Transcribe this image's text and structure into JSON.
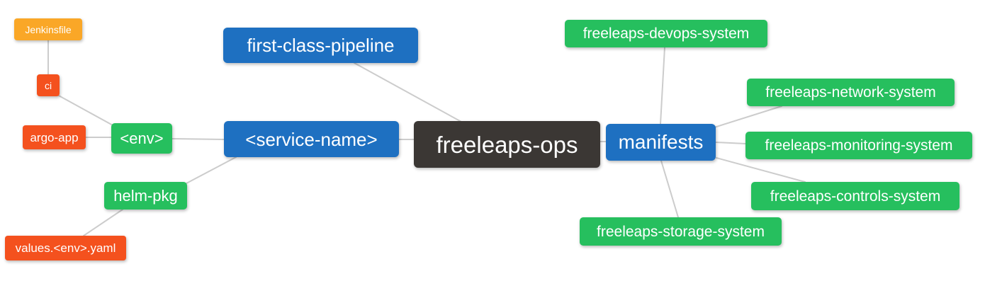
{
  "palette": {
    "branch_blue": "#1e70c1",
    "leaf_green": "#26bf5e",
    "leaf_orange": "#faa727",
    "leaf_red": "#f4511e",
    "root_dark": "#3b3734",
    "edge_gray": "#cccccc",
    "node_text": "#ffffff",
    "background": "#ffffff"
  },
  "mindmap": {
    "root": {
      "label": "freeleaps-ops"
    },
    "nodes": {
      "jenkinsfile": {
        "label": "Jenkinsfile"
      },
      "ci": {
        "label": "ci"
      },
      "argo_app": {
        "label": "argo-app"
      },
      "env": {
        "label": "<env>"
      },
      "helm_pkg": {
        "label": "helm-pkg"
      },
      "values_env_yaml": {
        "label": "values.<env>.yaml"
      },
      "first_class_pipeline": {
        "label": "first-class-pipeline"
      },
      "service_name": {
        "label": "<service-name>"
      },
      "manifests": {
        "label": "manifests"
      },
      "devops_system": {
        "label": "freeleaps-devops-system"
      },
      "network_system": {
        "label": "freeleaps-network-system"
      },
      "monitoring_system": {
        "label": "freeleaps-monitoring-system"
      },
      "controls_system": {
        "label": "freeleaps-controls-system"
      },
      "storage_system": {
        "label": "freeleaps-storage-system"
      }
    }
  }
}
